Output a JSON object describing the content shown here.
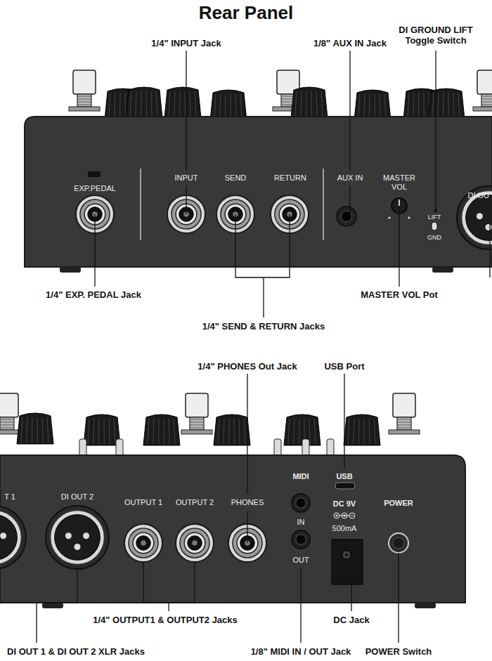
{
  "diagram": {
    "title": "Rear Panel",
    "labels": [
      "1/4\" INPUT Jack",
      "1/8\" AUX IN Jack",
      "DI GROUND LIFT Toggle Switch",
      "EXP.PEDAL",
      "INPUT",
      "SEND",
      "RETURN",
      "AUX IN",
      "MASTER VOL",
      "LIFT",
      "GND",
      "DI OU",
      "1/4\" EXP. PEDAL Jack",
      "MASTER VOL Pot",
      "1/4\" SEND & RETURN Jacks",
      "1/4\" PHONES Out Jack",
      "USB Port",
      "T 1",
      "DI OUT 2",
      "OUTPUT 1",
      "OUTPUT 2",
      "PHONES",
      "MIDI",
      "IN",
      "OUT",
      "USB",
      "DC 9V",
      "500mA",
      "POWER",
      "1/4\" OUTPUT1 & OUTPUT2 Jacks",
      "DC Jack",
      "DI OUT 1 & DI OUT 2 XLR Jacks",
      "1/8\" MIDI IN / OUT Jack",
      "POWER Switch"
    ]
  }
}
